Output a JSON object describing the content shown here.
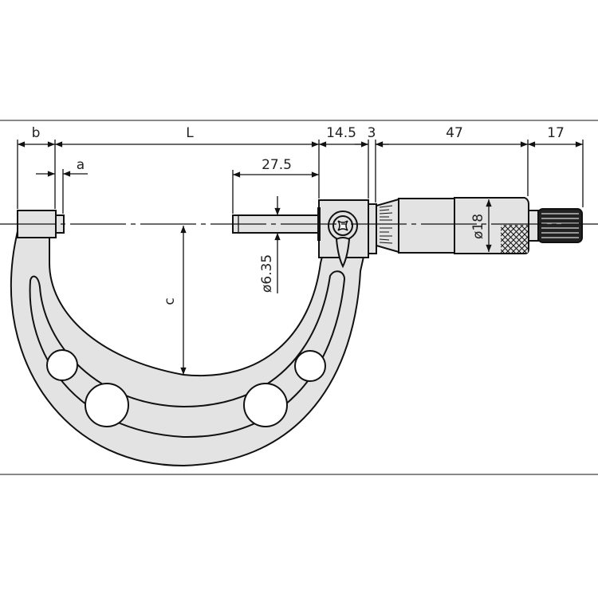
{
  "diagram": {
    "subject": "Outside micrometer dimensional drawing",
    "colors": {
      "part_fill": "#e3e3e3",
      "outline": "#111111",
      "background": "#ffffff",
      "frame_line": "#888888"
    },
    "dimensions": {
      "b": "b",
      "L": "L",
      "a": "a",
      "c": "c",
      "spindle_length": "27.5",
      "sleeve_block_width": "14.5",
      "gap": "3",
      "thimble_length": "47",
      "ratchet_length": "17",
      "spindle_diameter": "ø6.35",
      "thimble_diameter": "ø18"
    }
  }
}
